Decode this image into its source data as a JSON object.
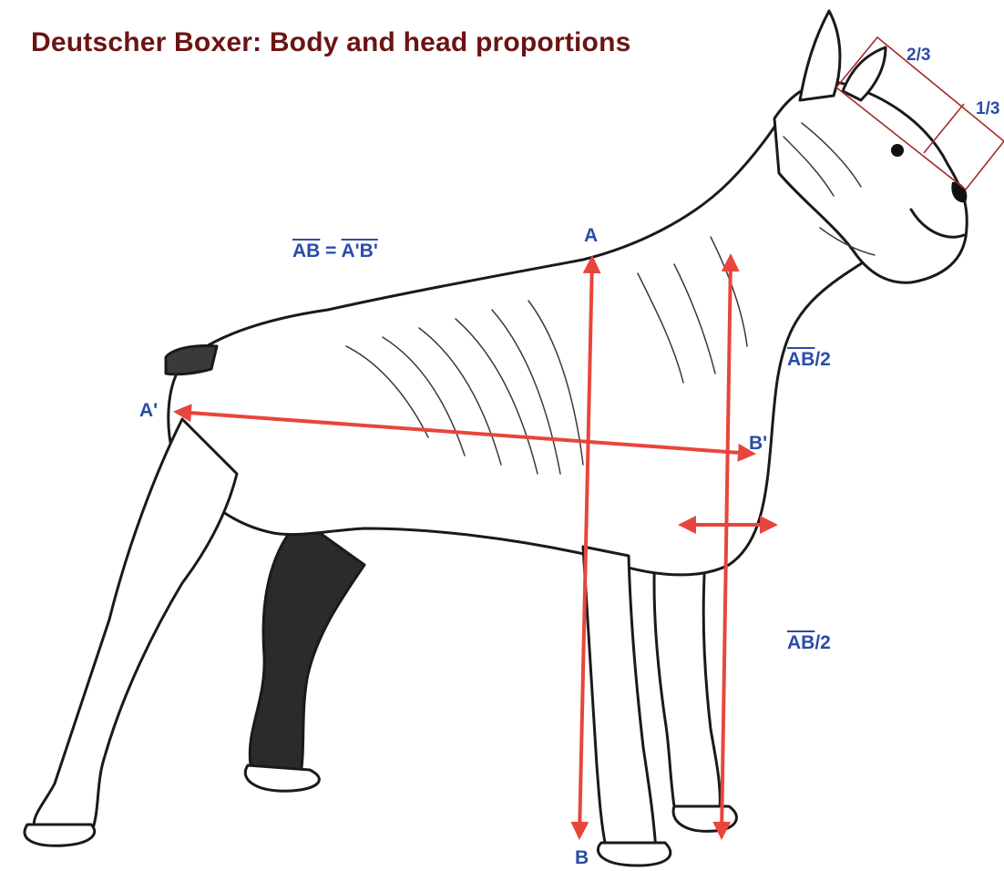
{
  "title": "Deutscher Boxer: Body and head proportions",
  "labels": {
    "a_top": "A",
    "b_bottom": "B",
    "a_prime": "A'",
    "b_prime": "B'",
    "equation_lhs": "AB",
    "equation_eq": " = ",
    "equation_rhs": "A'B'",
    "chest_depth_seg": "AB",
    "chest_depth_frac": "/2",
    "leg_length_seg": "AB",
    "leg_length_frac": "/2",
    "skull_ratio": "2/3",
    "muzzle_ratio": "1/3"
  },
  "colors": {
    "title": "#6b1414",
    "label": "#2a4ca8",
    "arrow": "#e8453c",
    "head_box": "#a62a2a",
    "ink": "#1a1a1a"
  }
}
